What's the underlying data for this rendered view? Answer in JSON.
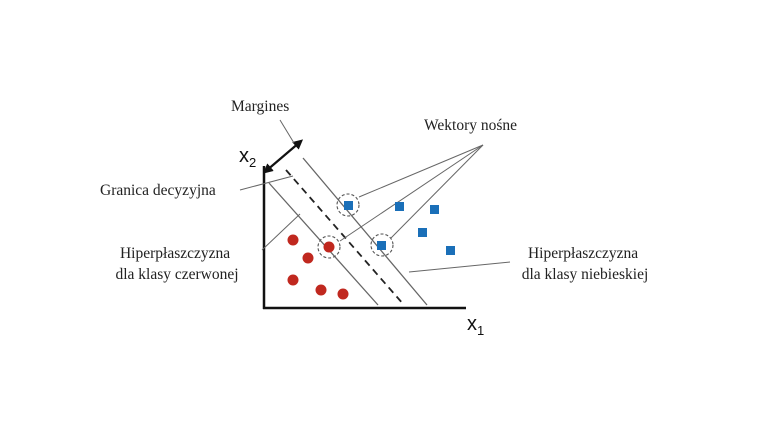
{
  "labels": {
    "margin": "Margines",
    "support_vectors": "Wektory nośne",
    "decision_boundary": "Granica decyzyjna",
    "red_hyperplane_line1": "Hiperpłaszczyzna",
    "red_hyperplane_line2": "dla klasy czerwonej",
    "blue_hyperplane_line1": "Hiperpłaszczyzna",
    "blue_hyperplane_line2": "dla klasy niebieskiej"
  },
  "axes": {
    "x_main": "x",
    "x_sub": "1",
    "y_main": "x",
    "y_sub": "2"
  },
  "colors": {
    "red_class": "#c0281f",
    "blue_class": "#1a6fb8",
    "lines": "#666666",
    "axis": "#111111"
  },
  "points": {
    "red_count": 6,
    "blue_count": 6,
    "support_vectors_circled": 3
  }
}
